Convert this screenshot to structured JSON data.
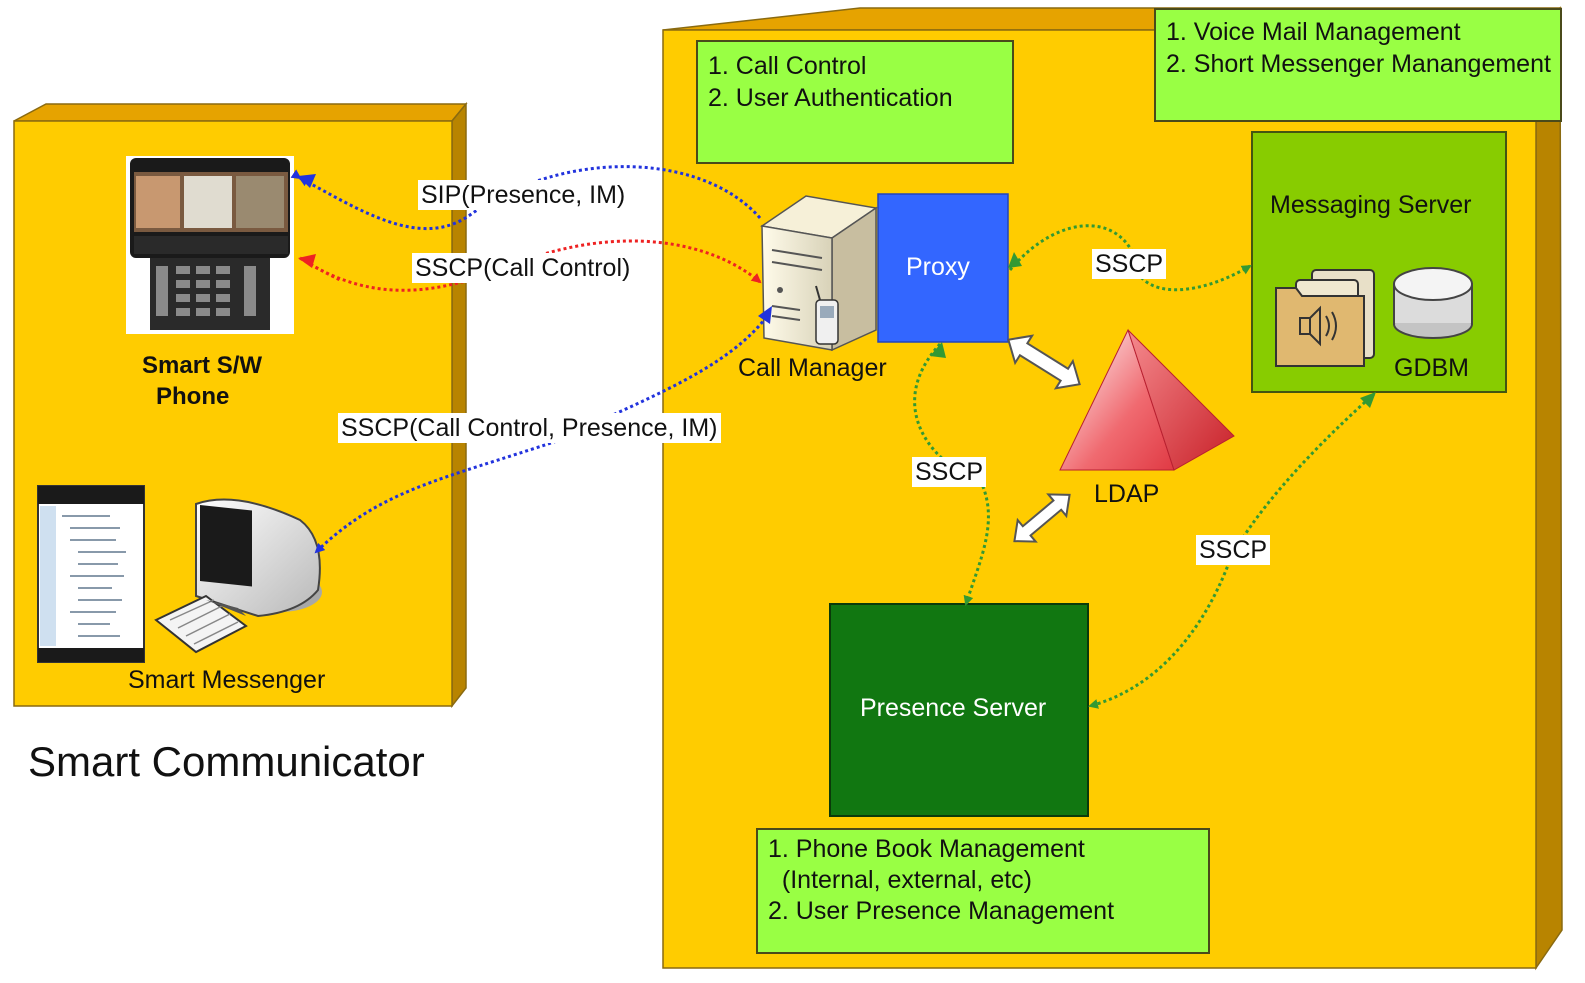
{
  "title": "Smart Communicator",
  "client": {
    "phone_label_line1": "Smart S/W",
    "phone_label_line2": "Phone",
    "messenger_label": "Smart Messenger"
  },
  "server": {
    "call_manager_label": "Call Manager",
    "proxy_label": "Proxy",
    "ldap_label": "LDAP",
    "messaging_server_label": "Messaging Server",
    "gdbm_label": "GDBM",
    "presence_server_label": "Presence Server"
  },
  "notes": {
    "call_manager": [
      "1. Call Control",
      "2. User Authentication"
    ],
    "messaging": [
      "1. Voice Mail Management",
      "2. Short Messenger Manangement"
    ],
    "presence": [
      "1. Phone Book Management",
      "  (Internal, external, etc)",
      "2. User Presence Management"
    ]
  },
  "connections": {
    "sip": "SIP(Presence, IM)",
    "sscp_call": "SSCP(Call Control)",
    "sscp_all": "SSCP(Call Control, Presence, IM)",
    "sscp_messaging": "SSCP",
    "sscp_presence": "SSCP",
    "sscp_gdbm": "SSCP"
  },
  "colors": {
    "box": "#ffcc00",
    "note": "#99ff44",
    "proxy": "#3366ff",
    "messaging": "#88cc00",
    "presence": "#117711",
    "sip_line": "#2233dd",
    "sscp_line": "#ee2222",
    "server_line": "#339933"
  }
}
